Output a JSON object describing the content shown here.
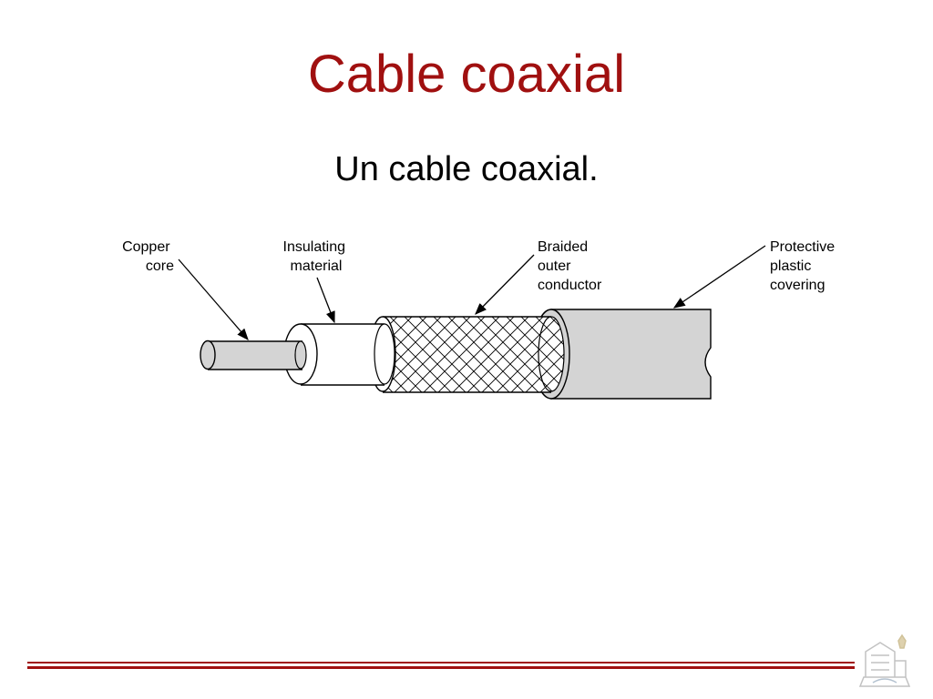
{
  "slide": {
    "title": "Cable coaxial",
    "subtitle": "Un cable coaxial."
  },
  "diagram": {
    "labels": {
      "copper_core": [
        "Copper",
        "core"
      ],
      "insulating_material": [
        "Insulating",
        "material"
      ],
      "braided_outer_conductor": [
        "Braided",
        "outer",
        "conductor"
      ],
      "protective_plastic_covering": [
        "Protective",
        "plastic",
        "covering"
      ]
    }
  },
  "colors": {
    "title": "#a01010",
    "footer_rule": "#a01010",
    "cable_gray": "#d4d4d4"
  }
}
